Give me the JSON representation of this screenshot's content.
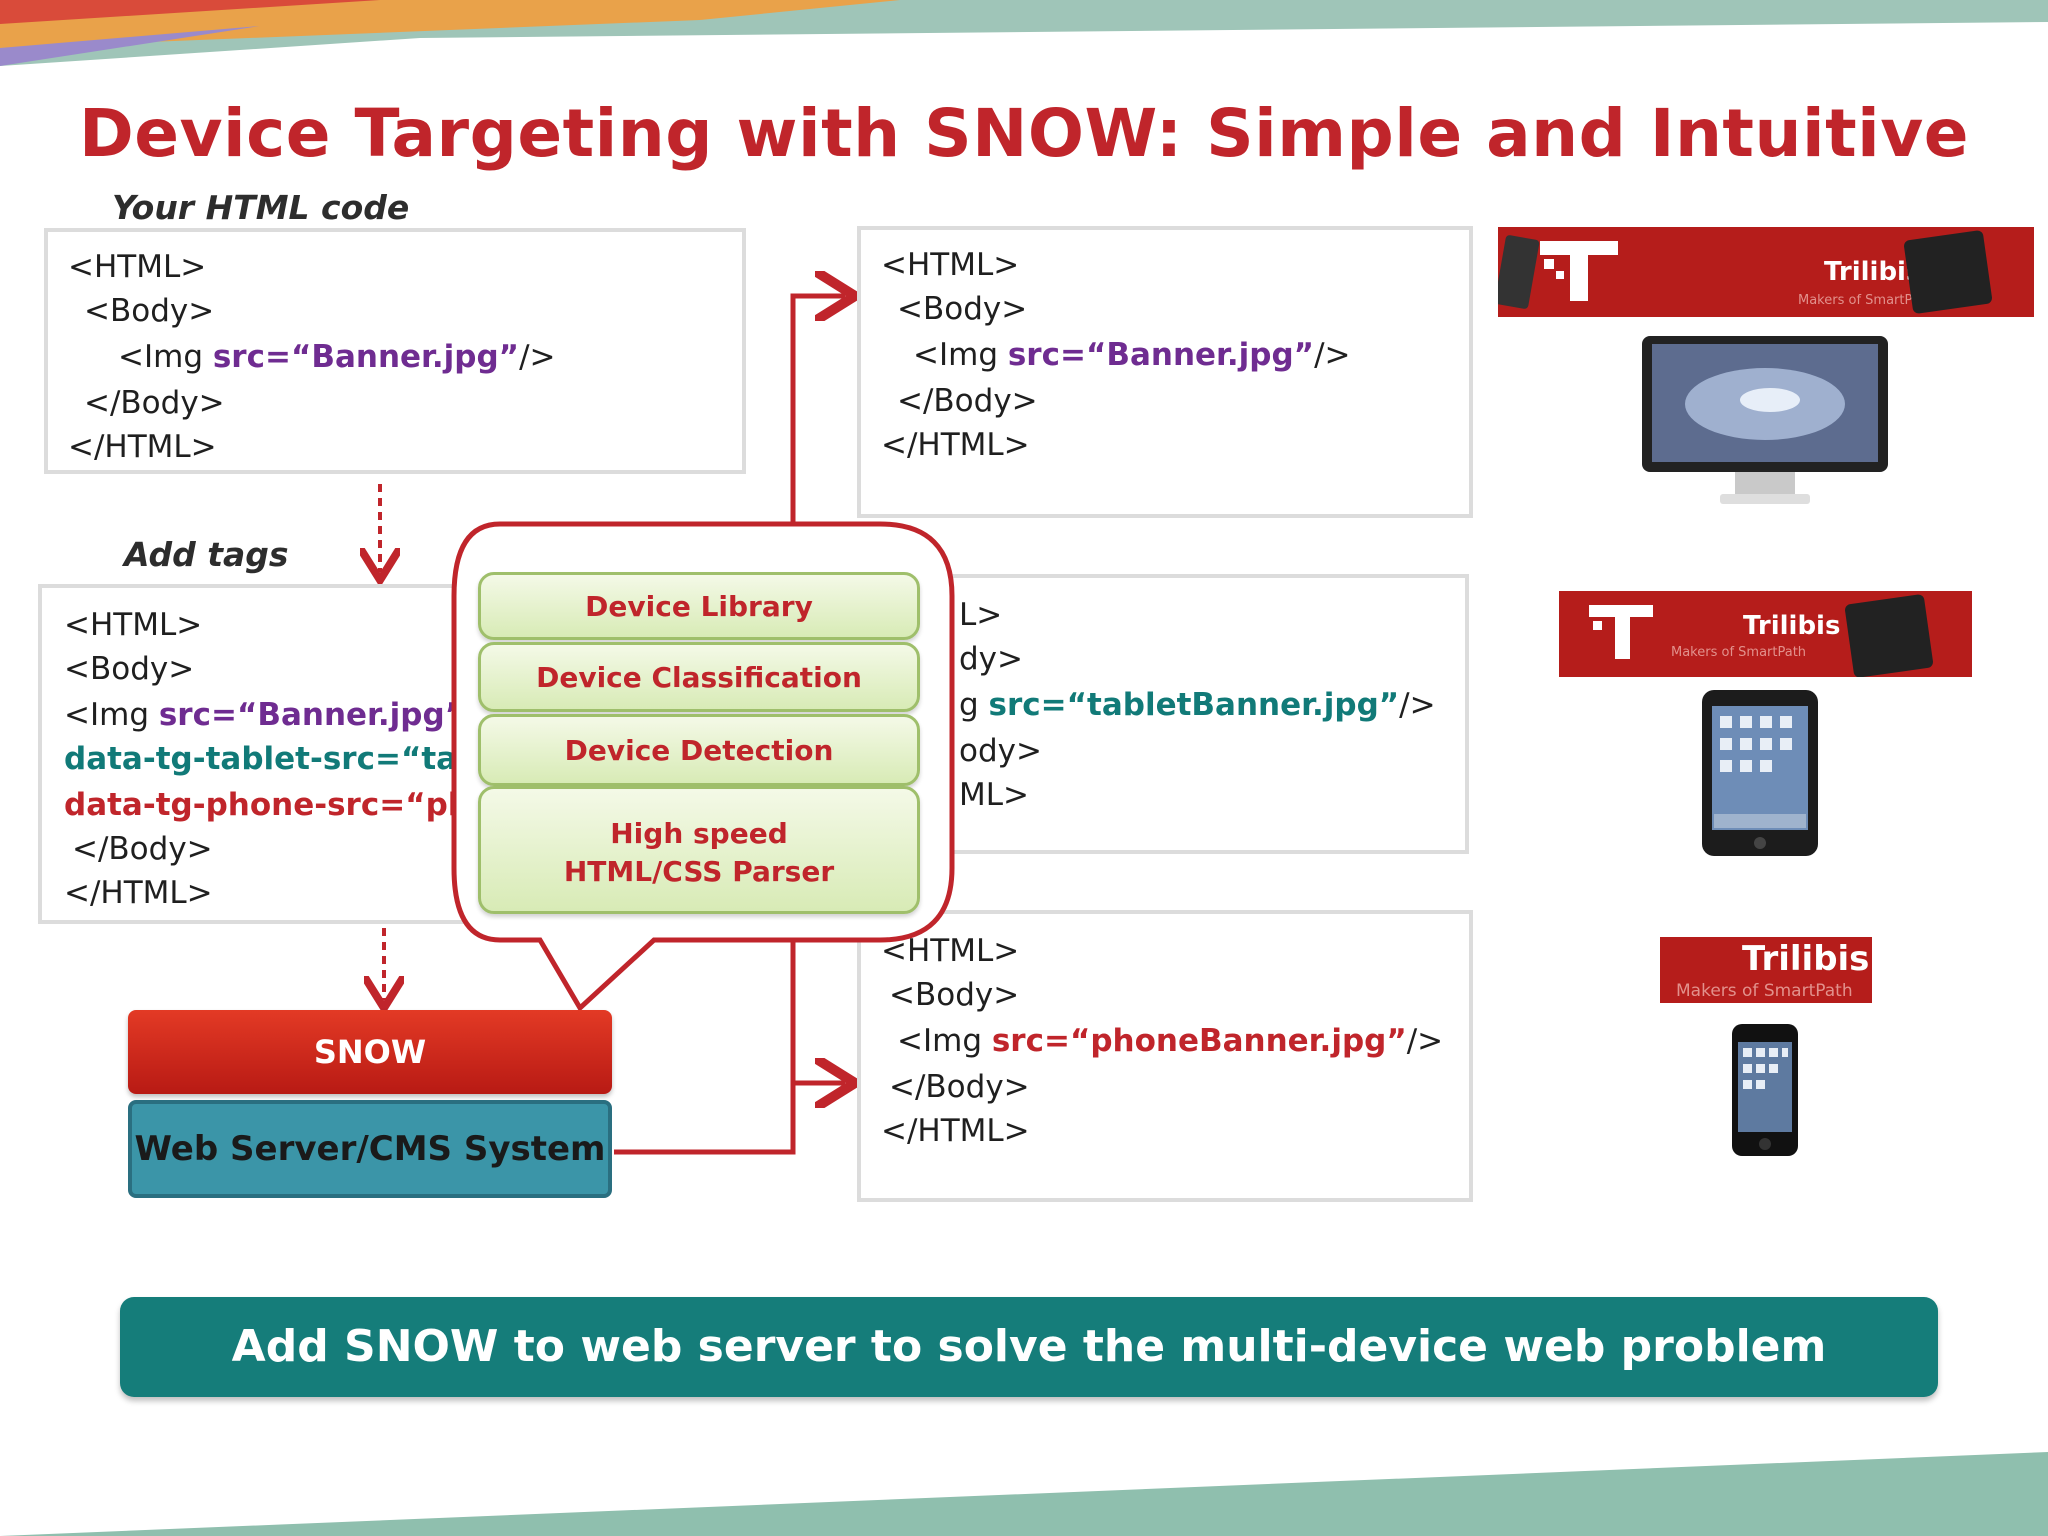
{
  "title": "Device Targeting with SNOW: Simple and Intuitive",
  "captions": {
    "html_code": "Your HTML code",
    "add_tags": "Add tags"
  },
  "source_code": {
    "line1": "<HTML>",
    "line2": "<Body>",
    "line3_pre": "<Img ",
    "line3_attr": "src=“Banner.jpg”",
    "line3_post": "/>",
    "line4": "</Body>",
    "line5": "</HTML>"
  },
  "tagged_code": {
    "line1": "<HTML>",
    "line2": "<Body>",
    "line3_pre": "<Img ",
    "line3_attr": "src=“Banner.jpg”",
    "line4": "data-tg-tablet-src=“tablet",
    "line5": "data-tg-phone-src=“phon",
    "line6": "</Body>",
    "line7": "</HTML>"
  },
  "desktop_output": {
    "line1": "<HTML>",
    "line2": "<Body>",
    "line3_pre": "<Img ",
    "line3_attr": "src=“Banner.jpg”",
    "line3_post": "/>",
    "line4": "</Body>",
    "line5": "</HTML>"
  },
  "tablet_output": {
    "line1": "L>",
    "line2": "dy>",
    "line3_pre": "g ",
    "line3_attr": "src=“tabletBanner.jpg”",
    "line3_post": "/>",
    "line4": "ody>",
    "line5": "ML>"
  },
  "phone_output": {
    "line1": "<HTML>",
    "line2": "<Body>",
    "line3_pre": "<Img ",
    "line3_attr": "src=“phoneBanner.jpg”",
    "line3_post": "/>",
    "line4": "</Body>",
    "line5": "</HTML>"
  },
  "callout": {
    "items": [
      "Device Library",
      "Device Classification",
      "Device Detection"
    ],
    "parser_line1": "High speed",
    "parser_line2": "HTML/CSS Parser"
  },
  "snow_label": "SNOW",
  "server_label": "Web Server/CMS System",
  "bottom_message": "Add SNOW  to web server to solve the multi-device web problem",
  "banners": {
    "brand": "Trilibis",
    "tagline": "Makers of SmartPath"
  },
  "colors": {
    "title_red": "#c0252b",
    "attr_purple": "#6f2c91",
    "attr_teal": "#117a78",
    "snow_red": "#d62b1d",
    "server_teal": "#3b95a8",
    "banner_teal": "#157d7a"
  }
}
